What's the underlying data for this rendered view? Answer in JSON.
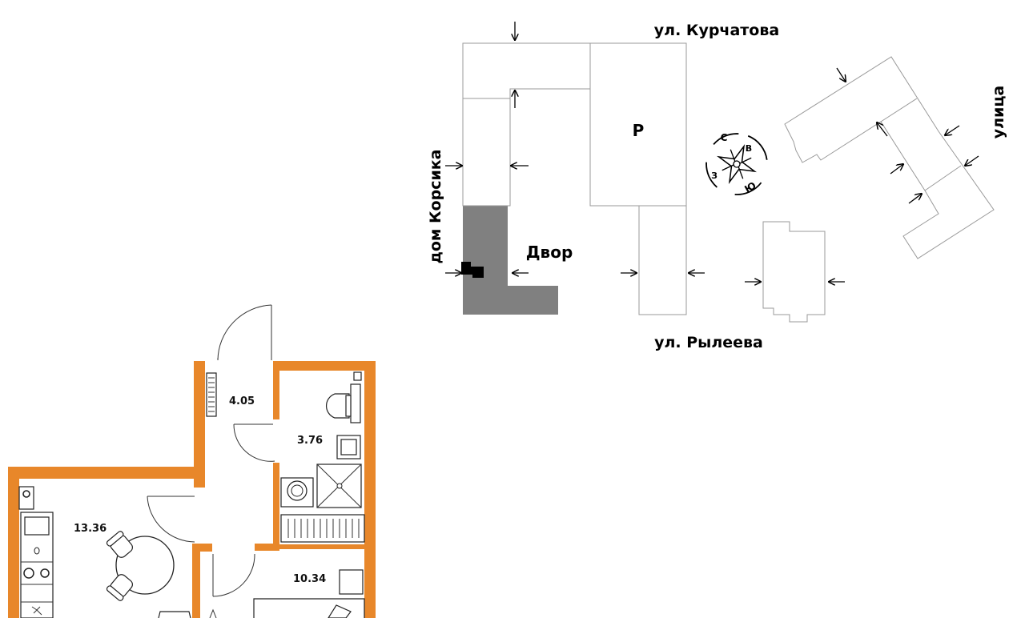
{
  "site_plan": {
    "street_north": "ул. Курчатова",
    "street_south": "ул. Рылеева",
    "street_east": "улица",
    "house_label": "дом Корсика",
    "yard_label": "Двор",
    "parking_label": "Р",
    "compass": {
      "north": "С",
      "east": "В",
      "south": "Ю",
      "west": "З"
    },
    "colors": {
      "highlight_building": "#808080",
      "building_outline": "#9a9a9a"
    }
  },
  "floor_plan": {
    "colors": {
      "wall": "#e8872a"
    },
    "rooms": {
      "hall_area": "4.05",
      "bath_area": "3.76",
      "kitchen_area": "13.36",
      "bedroom_area": "10.34"
    }
  }
}
